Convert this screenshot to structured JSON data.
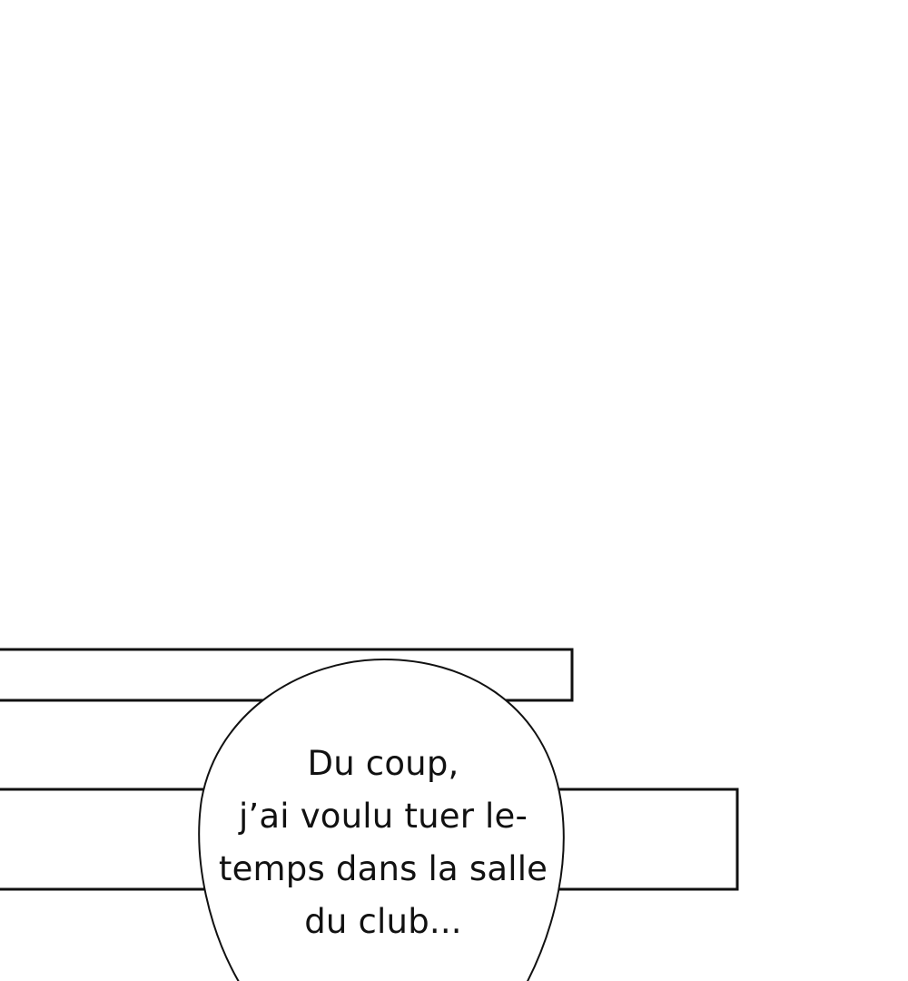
{
  "colors": {
    "background": "#ffffff",
    "stroke": "#111111",
    "text": "#111111"
  },
  "speech_bubble": {
    "lines": [
      "Du coup,",
      "j’ai voulu tuer le-",
      "temps dans la salle",
      "du club..."
    ]
  }
}
